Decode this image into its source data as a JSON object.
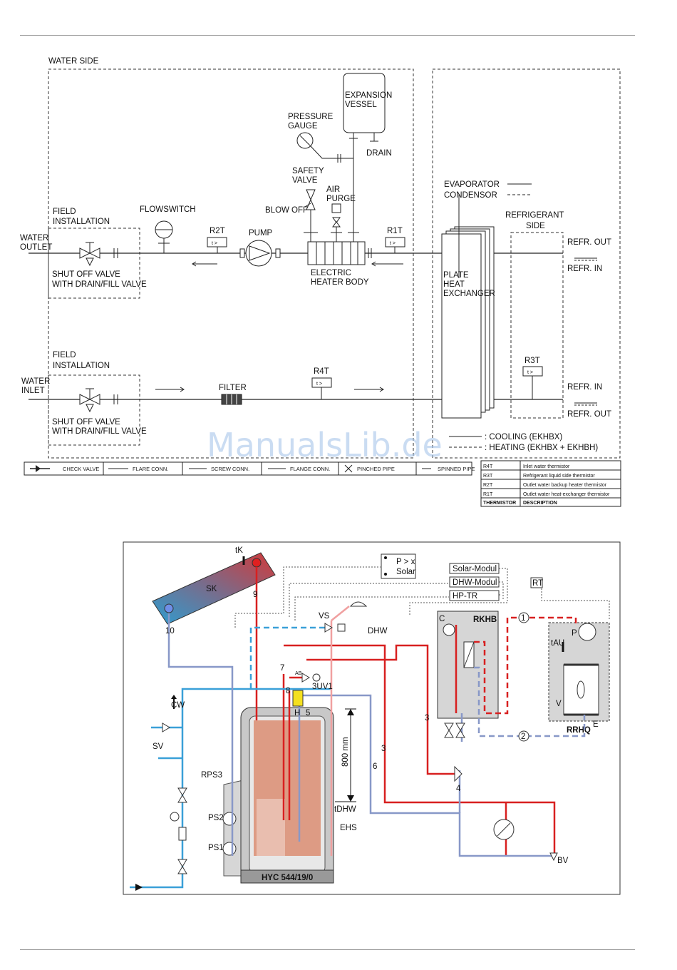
{
  "top": {
    "water_side": "WATER SIDE",
    "expansion_vessel": [
      "EXPANSION",
      "VESSEL"
    ],
    "drain": "DRAIN",
    "pressure_gauge": [
      "PRESSURE",
      "GAUGE"
    ],
    "safety_valve": [
      "SAFETY",
      "VALVE"
    ],
    "blow_off": "BLOW OFF",
    "air_purge": [
      "AIR",
      "PURGE"
    ],
    "flowswitch": "FLOWSWITCH",
    "pump": "PUMP",
    "electric_heater": [
      "ELECTRIC",
      "HEATER BODY"
    ],
    "field_installation": [
      "FIELD",
      "INSTALLATION"
    ],
    "water_outlet": [
      "WATER",
      "OUTLET"
    ],
    "water_inlet": [
      "WATER",
      "INLET"
    ],
    "shut_off_valve": [
      "SHUT OFF VALVE",
      "WITH DRAIN/FILL VALVE"
    ],
    "filter": "FILTER",
    "evaporator": "EVAPORATOR",
    "condensor": "CONDENSOR",
    "refrigerant_side": [
      "REFRIGERANT",
      "SIDE"
    ],
    "plate_heat_exchanger": [
      "PLATE",
      "HEAT",
      "EXCHANGER"
    ],
    "refr_out": "REFR. OUT",
    "refr_in": "REFR. IN",
    "thermistor_reading": "t >",
    "thermistor_tags": [
      "R2T",
      "R1T",
      "R4T",
      "R3T"
    ],
    "cooling": ": COOLING (EKHBX)",
    "heating": ": HEATING (EKHBX + EKHBH)",
    "watermark": "ManualsLib.de",
    "legend": [
      "CHECK VALVE",
      "FLARE CONN.",
      "SCREW CONN.",
      "FLANGE CONN.",
      "PINCHED PIPE",
      "SPINNED PIPE"
    ],
    "thermistor_table": {
      "rows": [
        [
          "R4T",
          "Inlet water thermistor"
        ],
        [
          "R3T",
          "Refrigerant liquid side thermistor"
        ],
        [
          "R2T",
          "Outlet water backup heater thermistor"
        ],
        [
          "R1T",
          "Outlet water heat-exchanger thermistor"
        ]
      ],
      "header": [
        "THERMISTOR",
        "DESCRIPTION"
      ]
    }
  },
  "bottom": {
    "sk": "SK",
    "tk": "tK",
    "p_solar": [
      "P > x",
      "Solar"
    ],
    "solar_modul": "Solar-Modul",
    "dhw_modul": "DHW-Modul",
    "hp_tr": "HP-TR",
    "rt": "RT",
    "rkhb": "RKHB",
    "c": "C",
    "vs": "VS",
    "dhw": "DHW",
    "cw": "CW",
    "sv": "SV",
    "rps3": "RPS3",
    "ps2": "PS2",
    "ps1": "PS1",
    "ab": "AB",
    "uv1": "3UV1",
    "mm800": "800 mm",
    "tdhw": "tDHW",
    "ehs": "EHS",
    "hyc": "HYC 544/19/0",
    "tau": "tAU",
    "p": "P",
    "v": "V",
    "e": "E",
    "rrhq": "RRHQ",
    "bv": "BV",
    "numbers": [
      "9",
      "10",
      "7",
      "8",
      "5",
      "3",
      "3",
      "6",
      "4",
      "1",
      "2",
      "H"
    ]
  }
}
